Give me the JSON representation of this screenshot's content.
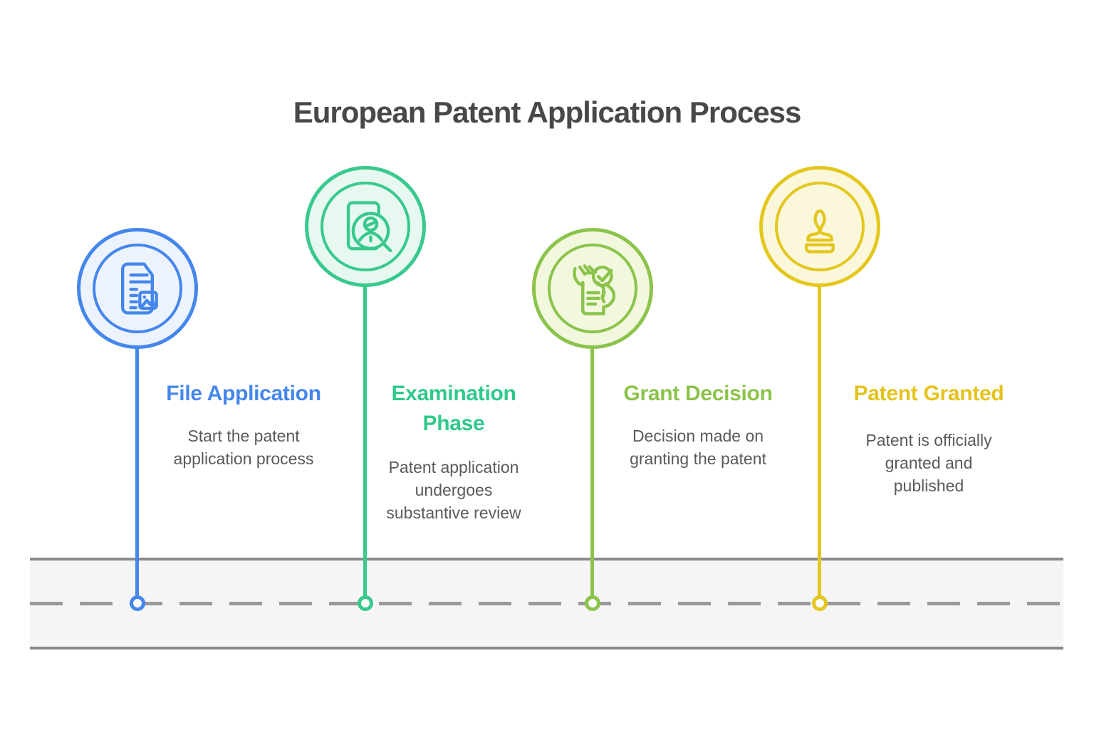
{
  "page": {
    "title": "European Patent Application Process"
  },
  "timeline": {
    "road_fill": "#f5f5f5",
    "road_border_color": "#8a8a8a",
    "dash_color": "#999999"
  },
  "steps": [
    {
      "title": "File Application",
      "description": "Start the patent\napplication process",
      "icon": "document-image-icon",
      "accent": "#4486ec",
      "tint": "#edf3fd",
      "title_color": "#4486ec"
    },
    {
      "title": "Examination Phase",
      "description": "Patent application\nundergoes\nsubstantive review",
      "icon": "magnifier-person-icon",
      "accent": "#38c98c",
      "tint": "#e6f8ef",
      "title_color": "#2fc98a"
    },
    {
      "title": "Grant Decision",
      "description": "Decision made on\ngranting the patent",
      "icon": "hands-check-document-icon",
      "accent": "#8cc34b",
      "tint": "#f1f8de",
      "title_color": "#8cc34b"
    },
    {
      "title": "Patent Granted",
      "description": "Patent is officially\ngranted and\npublished",
      "icon": "stamp-icon",
      "accent": "#e3c71e",
      "tint": "#fbf7db",
      "title_color": "#e5c31e"
    }
  ]
}
